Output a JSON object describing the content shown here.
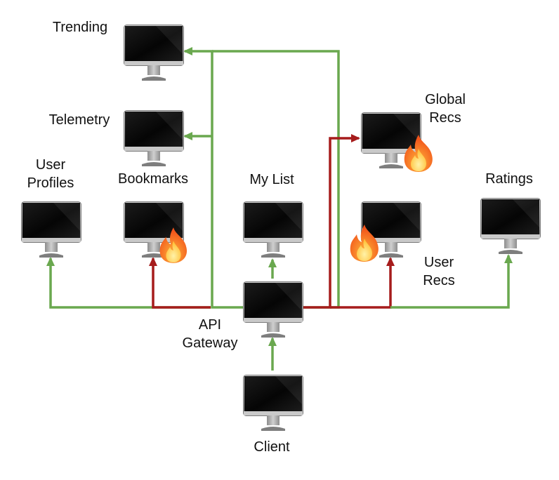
{
  "colors": {
    "healthy": "#6aa84f",
    "failing": "#a61c1c"
  },
  "nodes": {
    "trending": {
      "label": "Trending"
    },
    "telemetry": {
      "label": "Telemetry"
    },
    "bookmarks": {
      "label": "Bookmarks",
      "status": "failing",
      "icon": "fire-icon"
    },
    "userprof": {
      "label_line1": "User",
      "label_line2": "Profiles"
    },
    "mylist": {
      "label": "My List"
    },
    "globalrecs": {
      "label_line1": "Global",
      "label_line2": "Recs",
      "status": "failing",
      "icon": "fire-icon"
    },
    "userrecs": {
      "label_line1": "User",
      "label_line2": "Recs",
      "status": "failing",
      "icon": "fire-icon"
    },
    "ratings": {
      "label": "Ratings"
    },
    "gateway": {
      "label_line1": "API",
      "label_line2": "Gateway"
    },
    "client": {
      "label": "Client"
    }
  },
  "edges": [
    {
      "from": "client",
      "to": "gateway",
      "status": "healthy"
    },
    {
      "from": "gateway",
      "to": "mylist",
      "status": "healthy"
    },
    {
      "from": "gateway",
      "to": "userprof",
      "status": "healthy"
    },
    {
      "from": "gateway",
      "to": "bookmarks",
      "status": "failing"
    },
    {
      "from": "gateway",
      "to": "trending",
      "status": "healthy"
    },
    {
      "from": "gateway",
      "to": "telemetry",
      "status": "healthy"
    },
    {
      "from": "gateway",
      "to": "globalrecs",
      "status": "failing"
    },
    {
      "from": "gateway",
      "to": "userrecs",
      "status": "failing"
    },
    {
      "from": "gateway",
      "to": "ratings",
      "status": "healthy"
    }
  ]
}
